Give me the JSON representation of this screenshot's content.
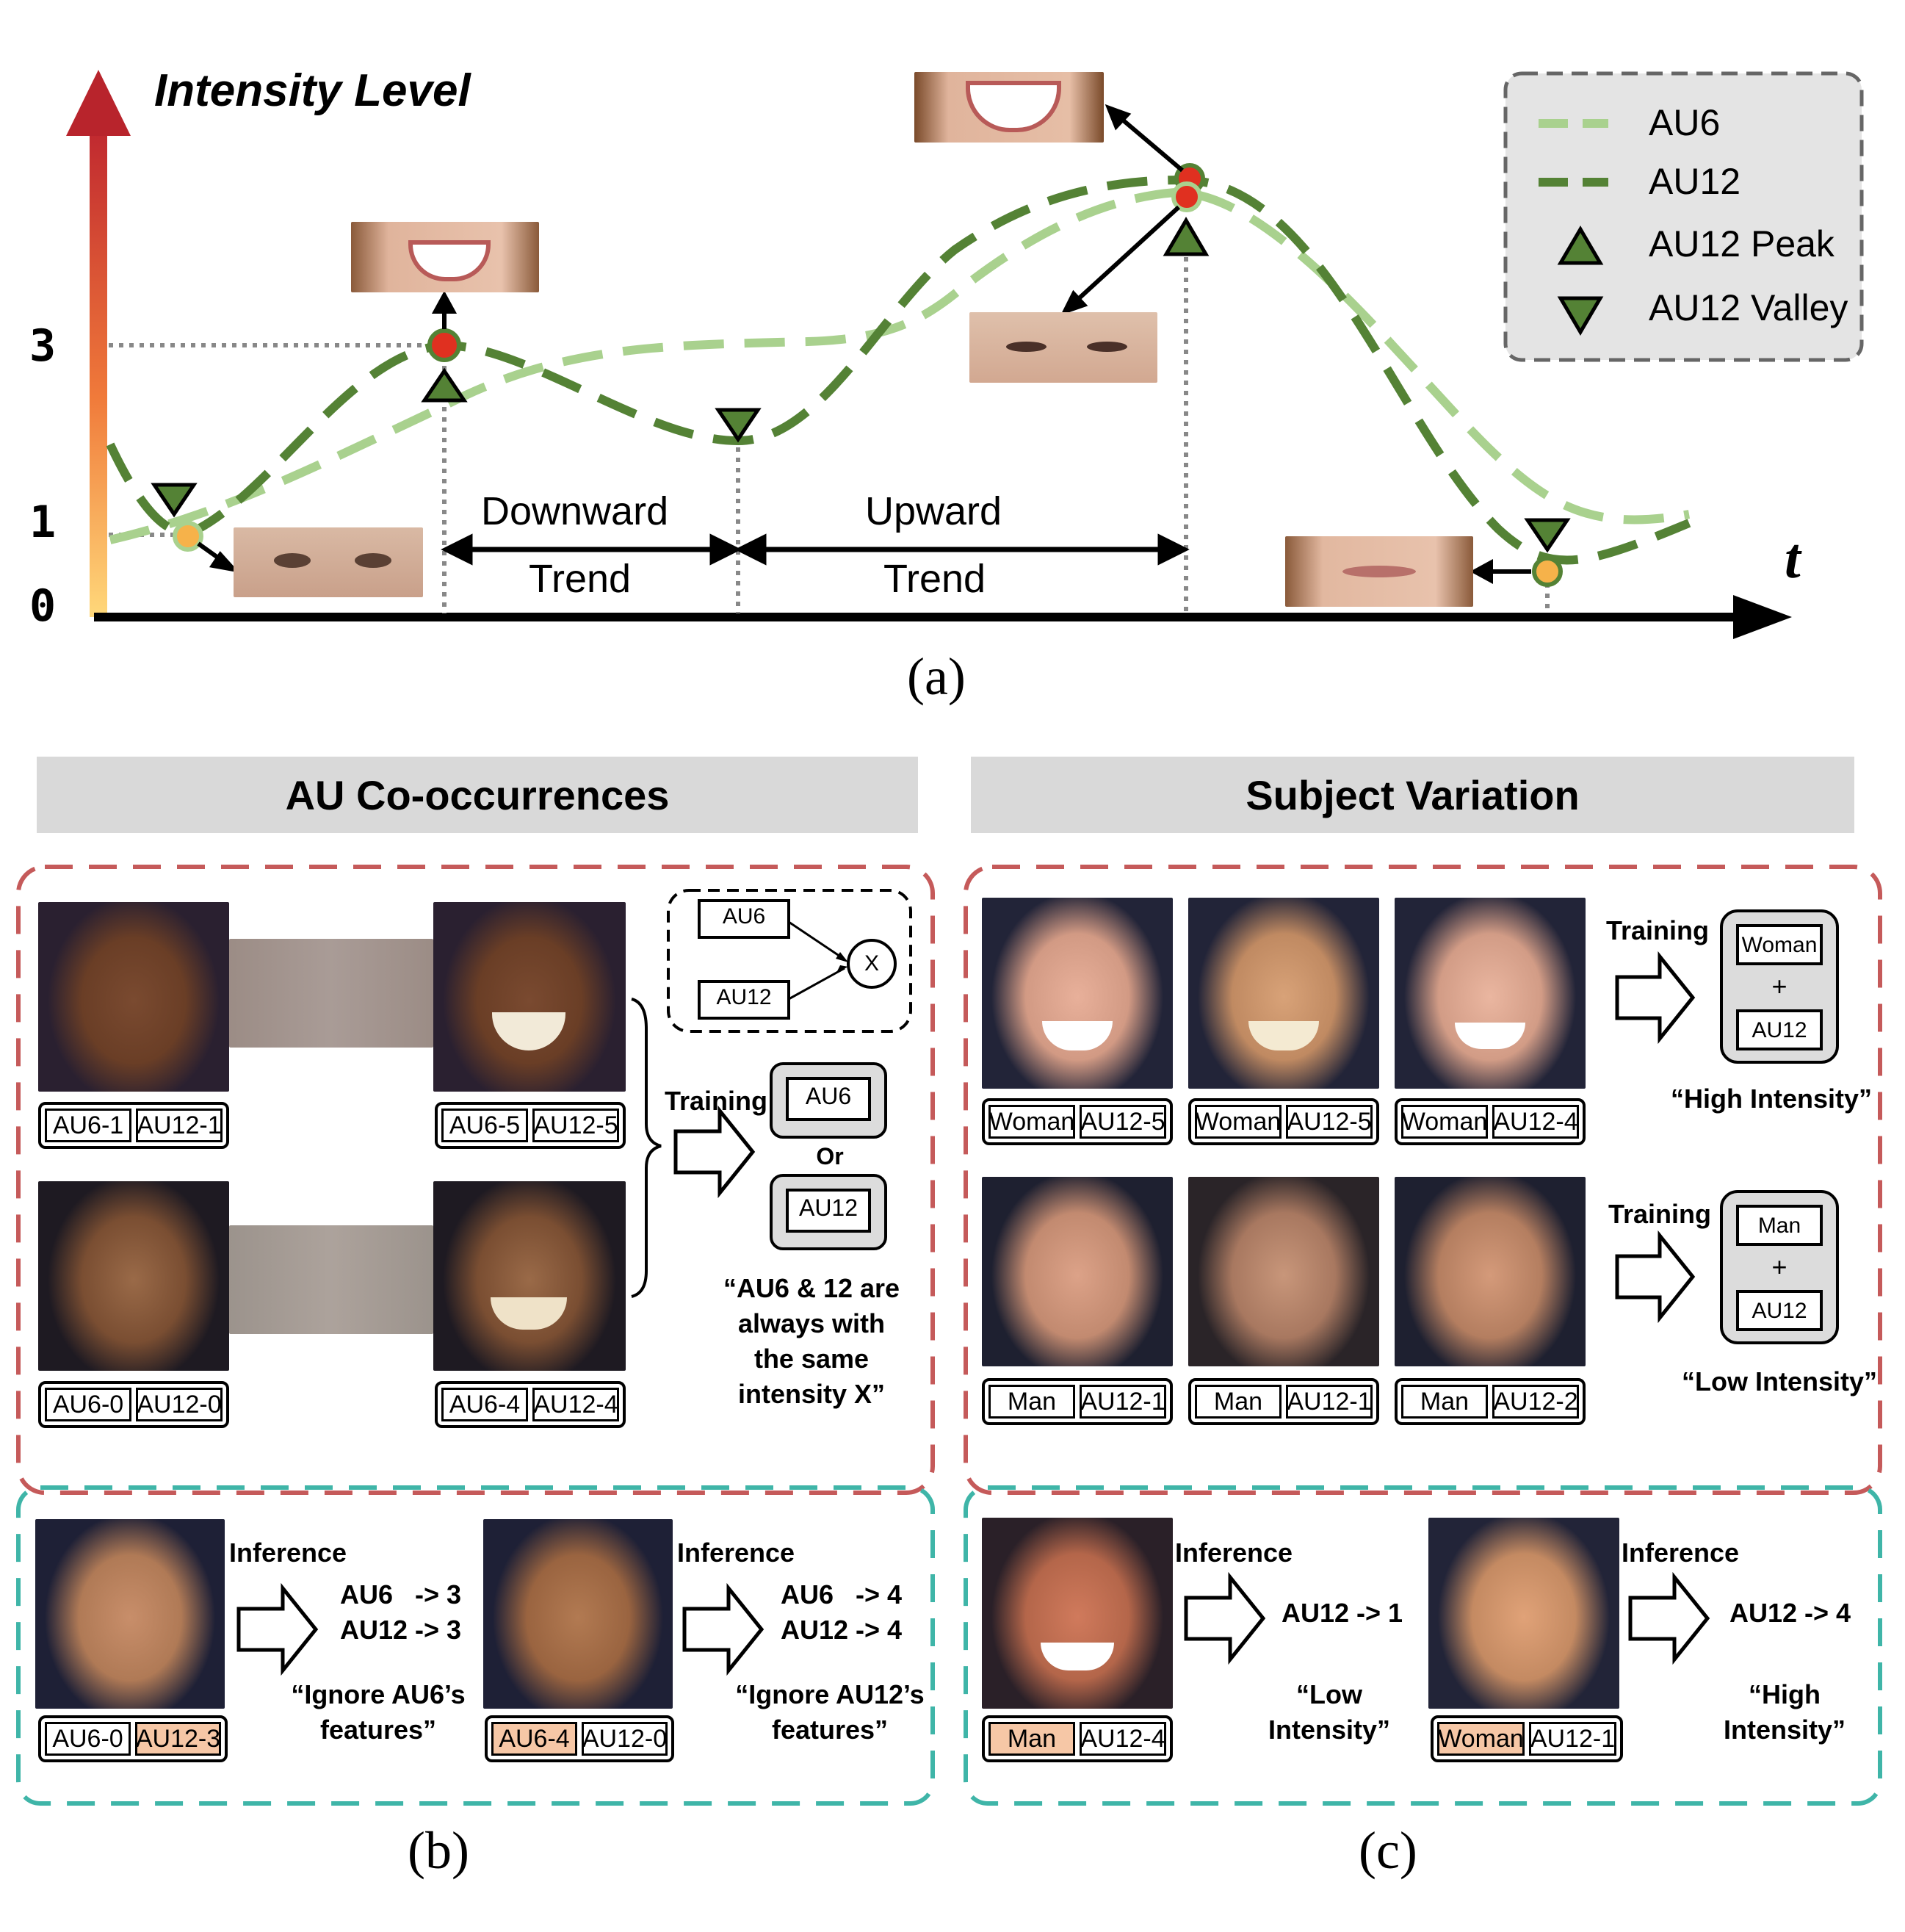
{
  "panel_a": {
    "y_axis_title": "Intensity Level",
    "y_ticks": [
      "3",
      "1",
      "0"
    ],
    "x_axis_label": "t",
    "downward_label": "Downward",
    "trend_label_1": "Trend",
    "upward_label": "Upward",
    "trend_label_2": "Trend",
    "caption": "(a)",
    "legend": [
      "AU6",
      "AU12",
      "AU12 Peak",
      "AU12 Valley"
    ],
    "colors": {
      "au6": "#a9d18e",
      "au12": "#548235",
      "arrow_top": "#c0282f",
      "arrow_bottom": "#ffd87a",
      "point_red": "#e03020",
      "point_orange": "#f6b24a"
    }
  },
  "panel_b": {
    "header": "AU Co-occurrences",
    "caption": "(b)",
    "rows": [
      {
        "left_tags": [
          "AU6-1",
          "AU12-1"
        ],
        "right_tags": [
          "AU6-5",
          "AU12-5"
        ]
      },
      {
        "left_tags": [
          "AU6-0",
          "AU12-0"
        ],
        "right_tags": [
          "AU6-4",
          "AU12-4"
        ]
      }
    ],
    "graph_nodes": [
      "AU6",
      "AU12",
      "X"
    ],
    "training_label": "Training",
    "result_top": "AU6",
    "result_or": "Or",
    "result_bottom": "AU12",
    "quote": [
      "“AU6 & 12 are",
      "always with",
      "the same",
      "intensity X”"
    ],
    "inference": [
      {
        "label": "Inference",
        "tags": [
          "AU6-0",
          "AU12-3"
        ],
        "highlight": 1,
        "out1": "AU6   -> 3",
        "out2": "AU12 -> 3",
        "quote": [
          "“Ignore AU6’s",
          "features”"
        ]
      },
      {
        "label": "Inference",
        "tags": [
          "AU6-4",
          "AU12-0"
        ],
        "highlight": 0,
        "out1": "AU6   -> 4",
        "out2": "AU12 -> 4",
        "quote": [
          "“Ignore AU12’s",
          "features”"
        ]
      }
    ]
  },
  "panel_c": {
    "header": "Subject Variation",
    "caption": "(c)",
    "women_tags": [
      [
        "Woman",
        "AU12-5"
      ],
      [
        "Woman",
        "AU12-5"
      ],
      [
        "Woman",
        "AU12-4"
      ]
    ],
    "men_tags": [
      [
        "Man",
        "AU12-1"
      ],
      [
        "Man",
        "AU12-1"
      ],
      [
        "Man",
        "AU12-2"
      ]
    ],
    "training_label_1": "Training",
    "training_label_2": "Training",
    "box_top": [
      "Woman",
      "+",
      "AU12"
    ],
    "box_bottom": [
      "Man",
      "+",
      "AU12"
    ],
    "quote_top": "“High Intensity”",
    "quote_bottom": "“Low Intensity”",
    "inference": [
      {
        "label": "Inference",
        "tags": [
          "Man",
          "AU12-4"
        ],
        "out": "AU12 -> 1",
        "quote": [
          "“Low",
          "Intensity”"
        ]
      },
      {
        "label": "Inference",
        "tags": [
          "Woman",
          "AU12-1"
        ],
        "out": "AU12 -> 4",
        "quote": [
          "“High",
          "Intensity”"
        ]
      }
    ]
  }
}
